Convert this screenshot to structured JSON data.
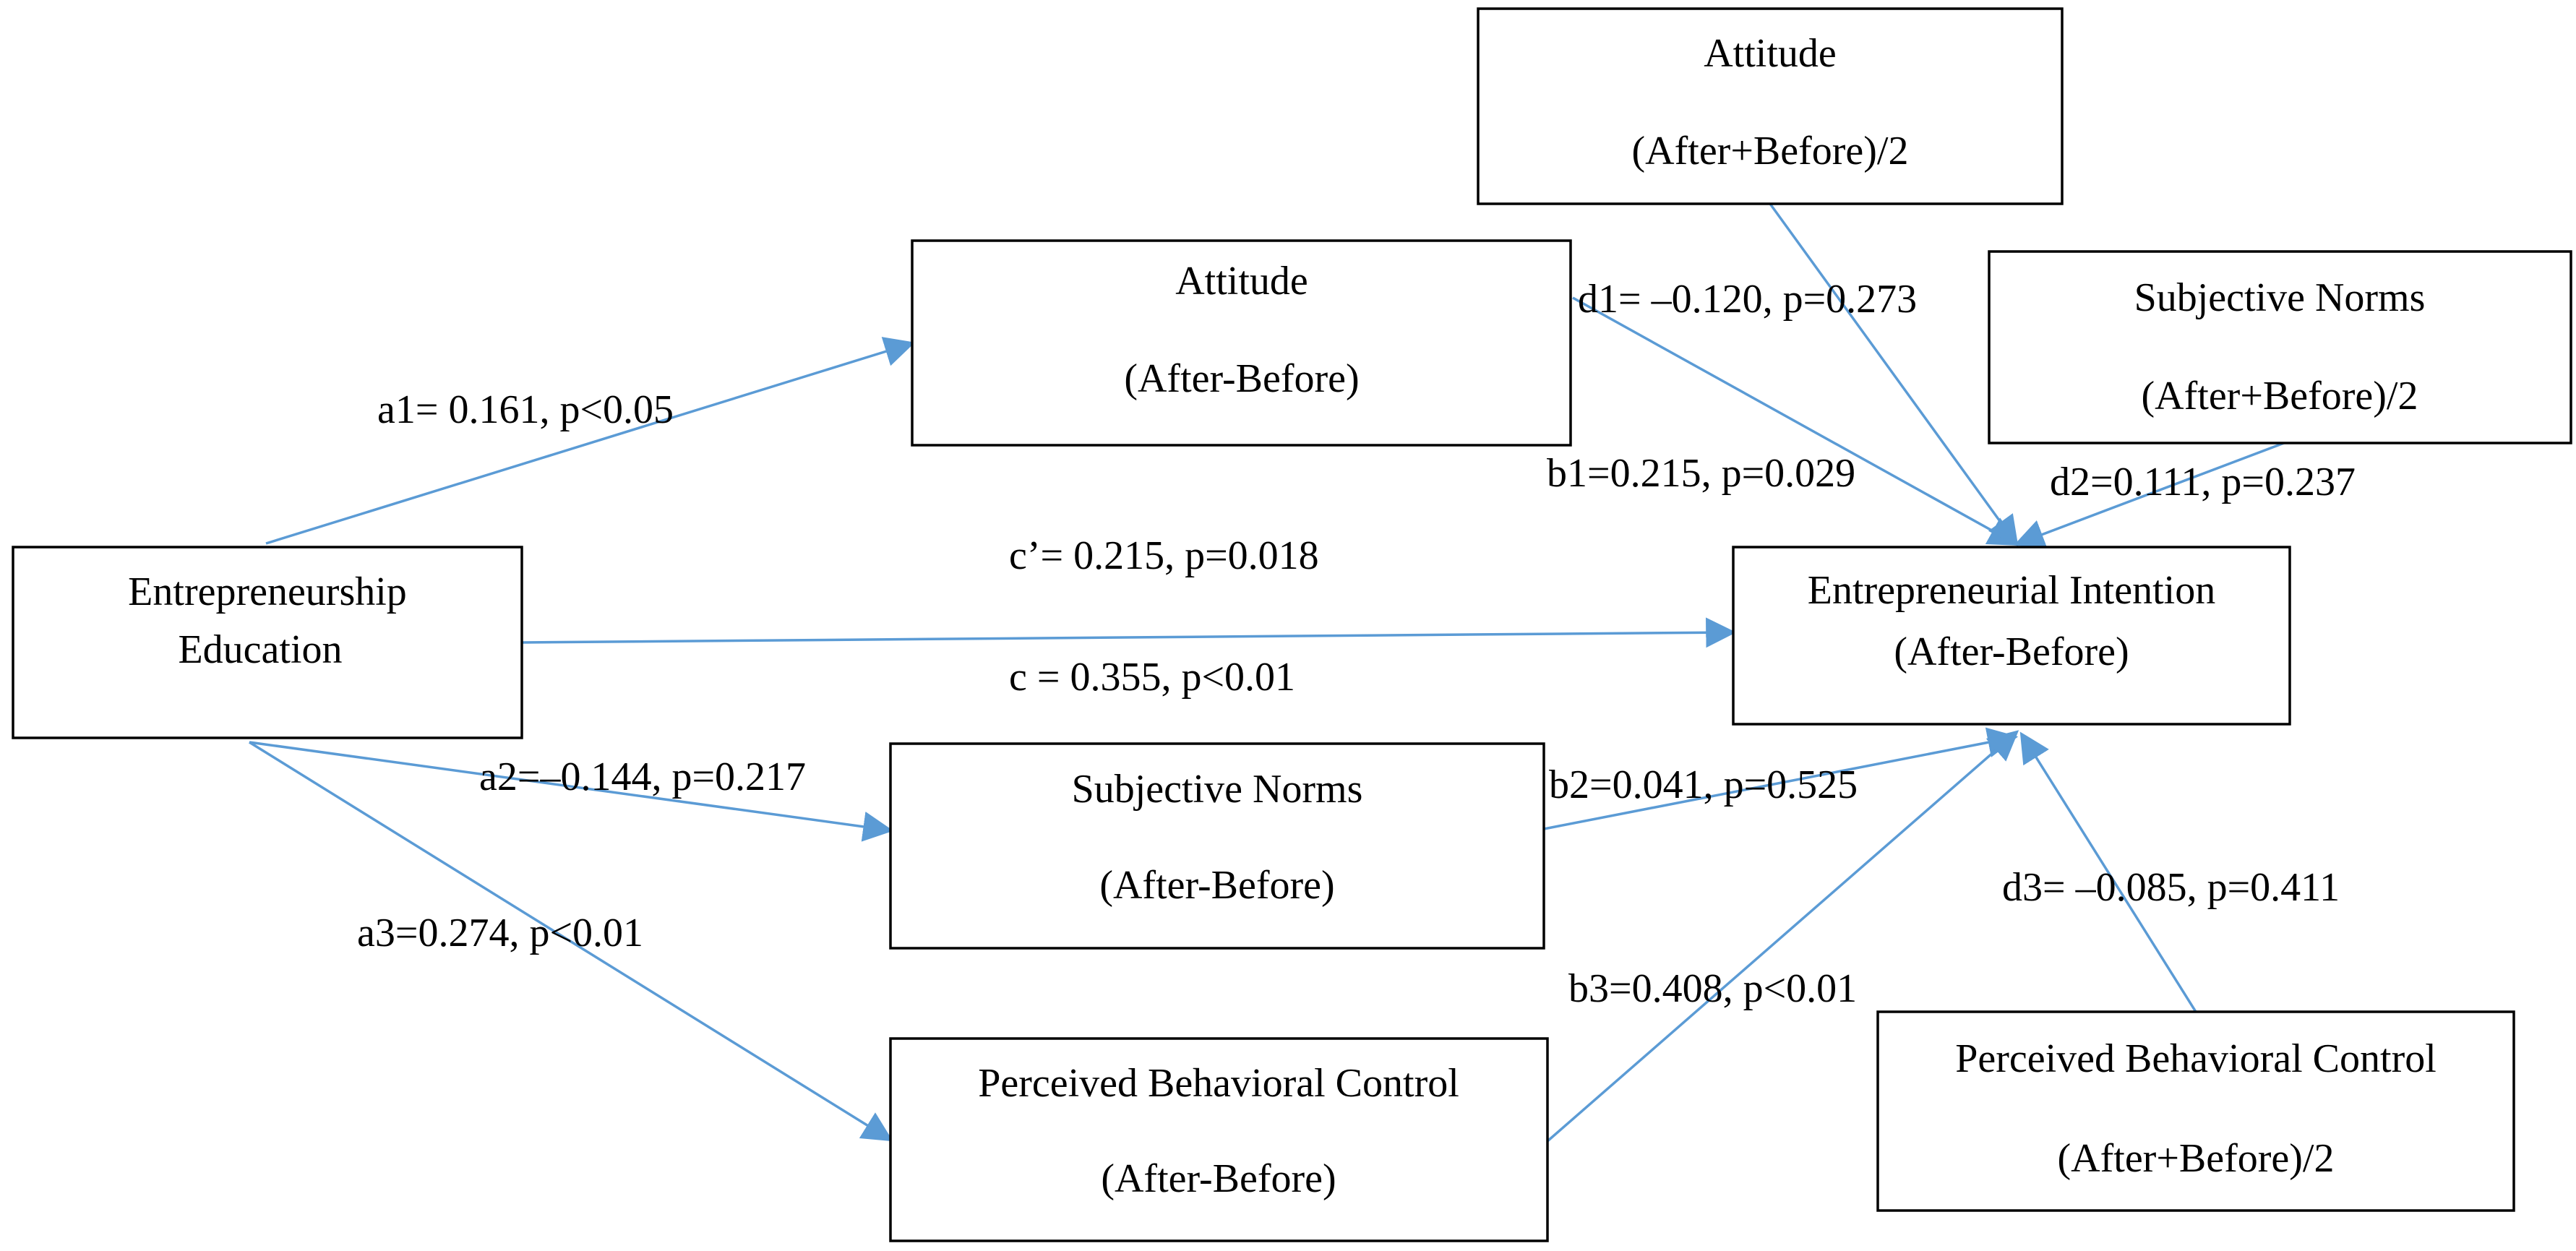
{
  "nodes": {
    "ee": {
      "line1": "Entrepreneurship",
      "line2": "Education"
    },
    "att_diff": {
      "line1": "Attitude",
      "line2": "(After-Before)"
    },
    "sn_diff": {
      "line1": "Subjective Norms",
      "line2": "(After-Before)"
    },
    "pbc_diff": {
      "line1": "Perceived Behavioral Control",
      "line2": "(After-Before)"
    },
    "ei": {
      "line1": "Entrepreneurial Intention",
      "line2": "(After-Before)"
    },
    "att_avg": {
      "line1": "Attitude",
      "line2": "(After+Before)/2"
    },
    "sn_avg": {
      "line1": "Subjective Norms",
      "line2": "(After+Before)/2"
    },
    "pbc_avg": {
      "line1": "Perceived Behavioral Control",
      "line2": "(After+Before)/2"
    }
  },
  "edges": {
    "a1": "a1= 0.161, p<0.05",
    "a2": "a2=–0.144, p=0.217",
    "a3": "a3=0.274, p<0.01",
    "b1": "b1=0.215, p=0.029",
    "b2": "b2=0.041, p=0.525",
    "b3": "b3=0.408, p<0.01",
    "c_prime": "c’= 0.215, p=0.018",
    "c": "c = 0.355, p<0.01",
    "d1": "d1= –0.120, p=0.273",
    "d2": "d2=0.111, p=0.237",
    "d3": "d3= –0.085, p=0.411"
  },
  "colors": {
    "arrow": "#5b9bd5",
    "box_border": "#000000"
  }
}
